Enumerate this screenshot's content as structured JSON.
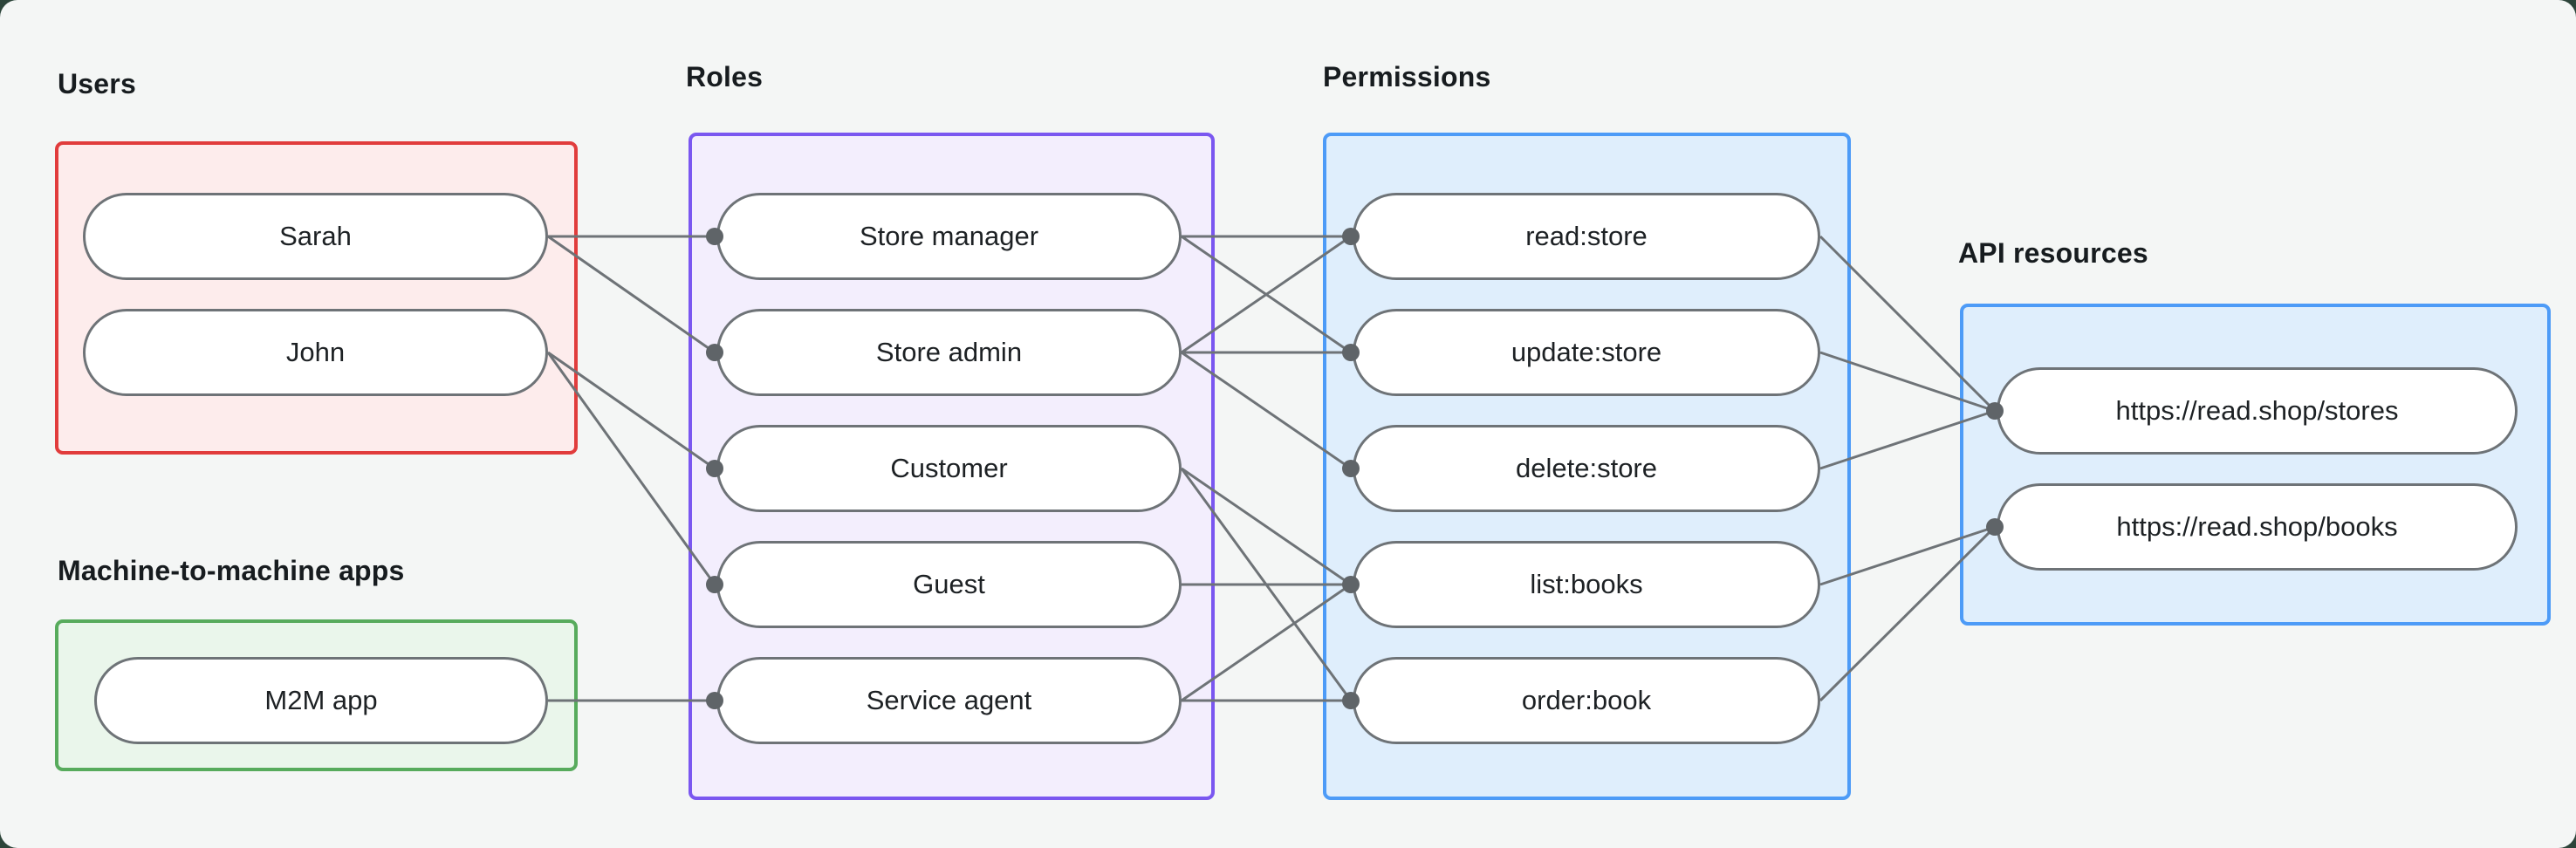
{
  "groups": {
    "users": {
      "label": "Users",
      "nodes": [
        {
          "id": "sarah",
          "label": "Sarah"
        },
        {
          "id": "john",
          "label": "John"
        }
      ]
    },
    "machine_to_machine": {
      "label": "Machine-to-machine apps",
      "nodes": [
        {
          "id": "m2m-app",
          "label": "M2M app"
        }
      ]
    },
    "roles": {
      "label": "Roles",
      "nodes": [
        {
          "id": "store-manager",
          "label": "Store manager"
        },
        {
          "id": "store-admin",
          "label": "Store admin"
        },
        {
          "id": "customer",
          "label": "Customer"
        },
        {
          "id": "guest",
          "label": "Guest"
        },
        {
          "id": "service-agent",
          "label": "Service agent"
        }
      ]
    },
    "permissions": {
      "label": "Permissions",
      "nodes": [
        {
          "id": "read-store",
          "label": "read:store"
        },
        {
          "id": "update-store",
          "label": "update:store"
        },
        {
          "id": "delete-store",
          "label": "delete:store"
        },
        {
          "id": "list-books",
          "label": "list:books"
        },
        {
          "id": "order-book",
          "label": "order:book"
        }
      ]
    },
    "api_resources": {
      "label": "API resources",
      "nodes": [
        {
          "id": "stores",
          "label": "https://read.shop/stores"
        },
        {
          "id": "books",
          "label": "https://read.shop/books"
        }
      ]
    }
  },
  "edges": [
    {
      "from": "sarah",
      "to": "store-manager"
    },
    {
      "from": "sarah",
      "to": "store-admin"
    },
    {
      "from": "john",
      "to": "customer"
    },
    {
      "from": "john",
      "to": "guest"
    },
    {
      "from": "m2m-app",
      "to": "service-agent"
    },
    {
      "from": "store-manager",
      "to": "read-store"
    },
    {
      "from": "store-manager",
      "to": "update-store"
    },
    {
      "from": "store-admin",
      "to": "read-store"
    },
    {
      "from": "store-admin",
      "to": "update-store"
    },
    {
      "from": "store-admin",
      "to": "delete-store"
    },
    {
      "from": "customer",
      "to": "list-books"
    },
    {
      "from": "customer",
      "to": "order-book"
    },
    {
      "from": "guest",
      "to": "list-books"
    },
    {
      "from": "service-agent",
      "to": "list-books"
    },
    {
      "from": "service-agent",
      "to": "order-book"
    },
    {
      "from": "read-store",
      "to": "stores"
    },
    {
      "from": "update-store",
      "to": "stores"
    },
    {
      "from": "delete-store",
      "to": "stores"
    },
    {
      "from": "list-books",
      "to": "books"
    },
    {
      "from": "order-book",
      "to": "books"
    }
  ],
  "colors": {
    "canvas_bg": "#f4f6f5",
    "backdrop": "#2d453a",
    "users_border": "#e13c3c",
    "users_fill": "#fdecec",
    "m2m_border": "#57ab5c",
    "m2m_fill": "#eaf6eb",
    "roles_border": "#7a57f0",
    "roles_fill": "#f3eefd",
    "permissions_border": "#4d9bf7",
    "permissions_fill": "#dfeefc",
    "api_border": "#4d9bf7",
    "api_fill": "#dfeefc",
    "edge_line": "#6e7377",
    "connection_dot": "#5f6468",
    "node_border": "#6e7377",
    "node_fill": "#ffffff",
    "text": "#1d2124"
  }
}
